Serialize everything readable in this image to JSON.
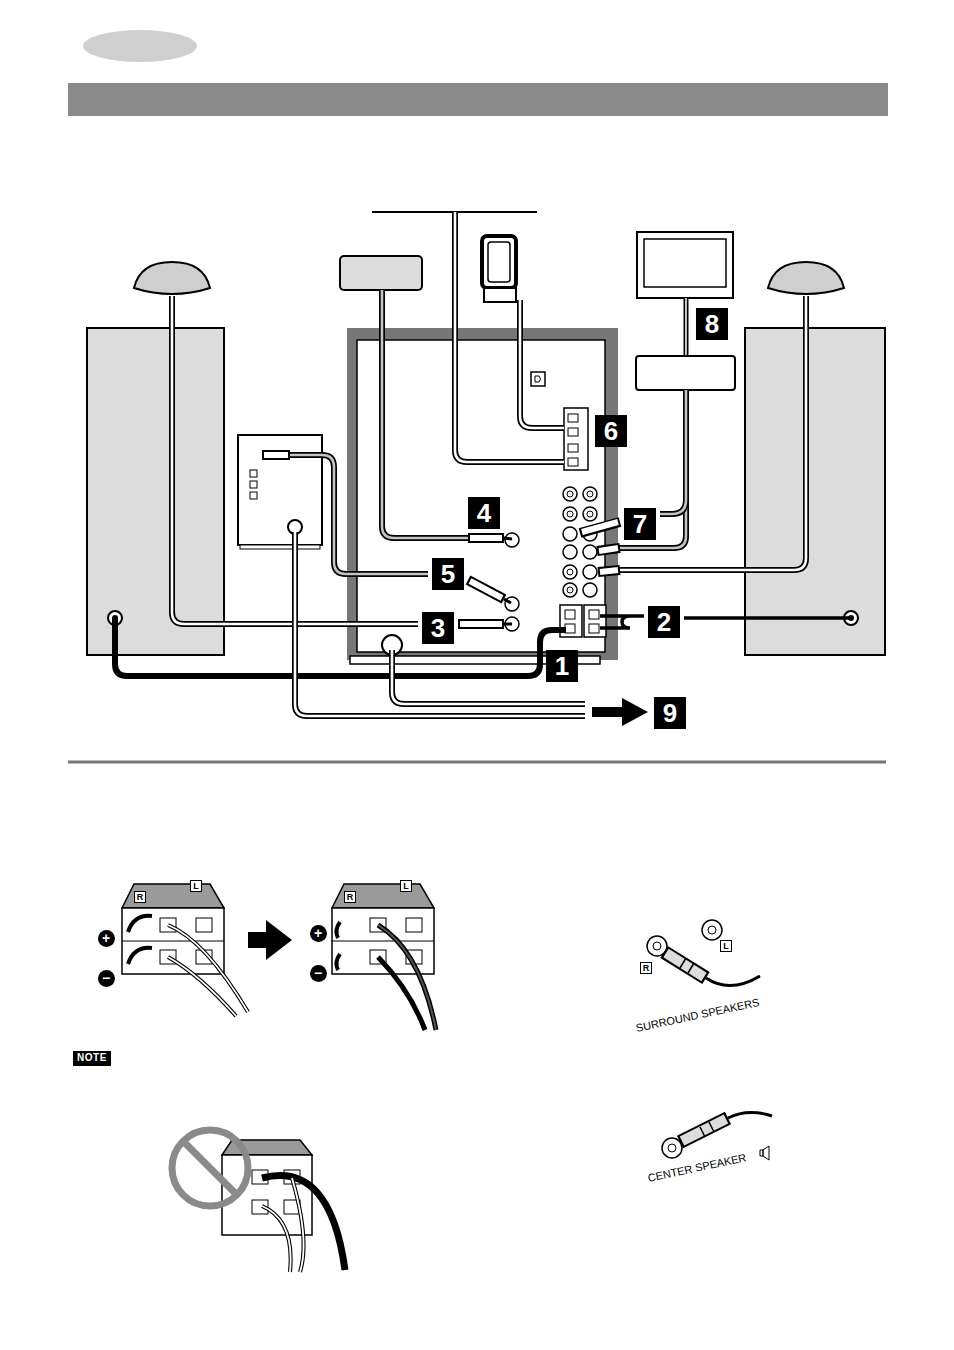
{
  "diagram": {
    "nodes": [
      {
        "text": [
          "8"
        ]
      },
      {
        "text": [
          "6"
        ]
      },
      {
        "text": [
          "4"
        ]
      },
      {
        "text": [
          "7"
        ]
      },
      {
        "text": [
          "5"
        ]
      },
      {
        "text": [
          "2"
        ]
      },
      {
        "text": [
          "3"
        ]
      },
      {
        "text": [
          "1"
        ]
      },
      {
        "text": [
          "9"
        ]
      },
      {
        "text": [
          "L"
        ]
      },
      {
        "text": [
          "L"
        ]
      },
      {
        "text": [
          "R"
        ]
      },
      {
        "text": [
          "R"
        ]
      },
      {
        "text": [
          "+"
        ]
      },
      {
        "text": [
          "+"
        ]
      },
      {
        "text": [
          "L"
        ]
      },
      {
        "text": [
          "−"
        ]
      },
      {
        "text": [
          "−"
        ]
      },
      {
        "text": [
          "R"
        ]
      },
      {
        "text": [
          "NOTE"
        ]
      }
    ],
    "labels": [
      "SURROUND SPEAKERS",
      "CENTER SPEAKER"
    ]
  }
}
